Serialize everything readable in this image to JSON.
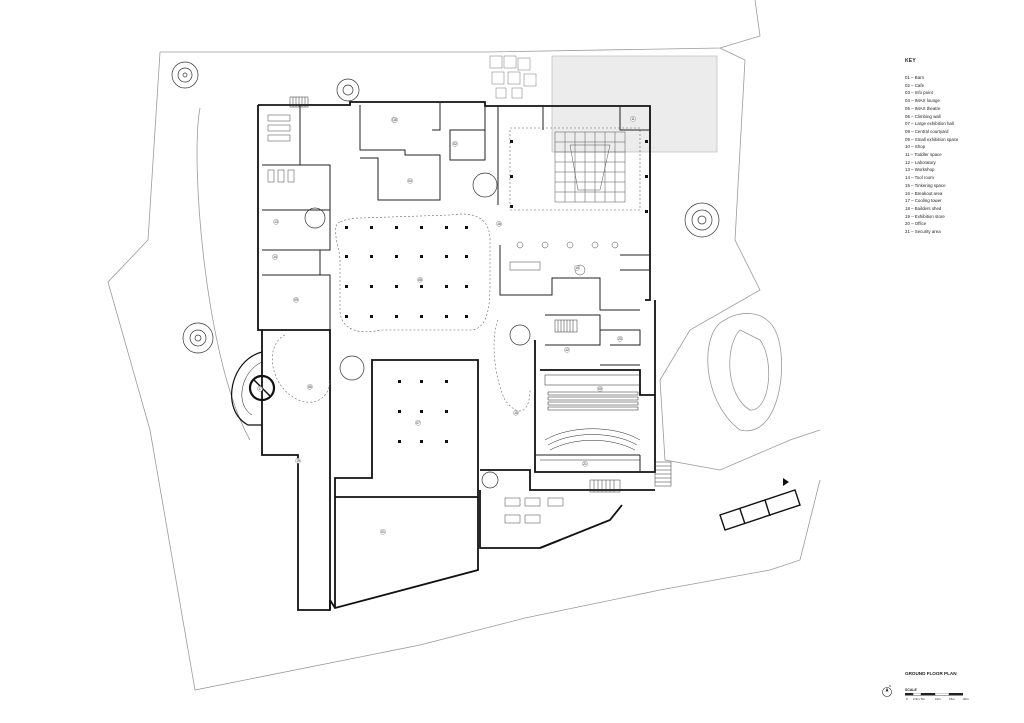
{
  "key": {
    "title": "KEY",
    "items": [
      "01 – Barn",
      "02 – Cafe",
      "03 – Info point",
      "04 – IMAX lounge",
      "05 – IMAX theatre",
      "06 – Climbing wall",
      "07 – Large exhibition hall",
      "08 – Central courtyard",
      "09 – Small exhibition space",
      "10 – Shop",
      "11 – Toddler space",
      "12 – Laboratory",
      "13 – Workshop",
      "14 – Tool room",
      "15 – Tinkering space",
      "16 – Breakout area",
      "17 – Cooling tower",
      "18 – Builders shed",
      "19 – Exhibition store",
      "20 – Office",
      "21 – Security area"
    ]
  },
  "plan_title": "GROUND FLOOR PLAN",
  "scale": {
    "label": "SCALE",
    "ticks": [
      "0",
      "2.5m",
      "5m",
      "10m",
      "15m",
      "20m"
    ]
  },
  "north_label": "N",
  "room_labels": [
    "01",
    "02",
    "03",
    "04",
    "05",
    "06",
    "07",
    "08",
    "09",
    "10",
    "11",
    "12",
    "13",
    "14",
    "15",
    "16",
    "17",
    "18",
    "19",
    "20",
    "21"
  ],
  "colors": {
    "wall": "#111111",
    "thin_line": "#555555",
    "site_line": "#9a9a9a",
    "hatch_fill": "#ececec"
  }
}
